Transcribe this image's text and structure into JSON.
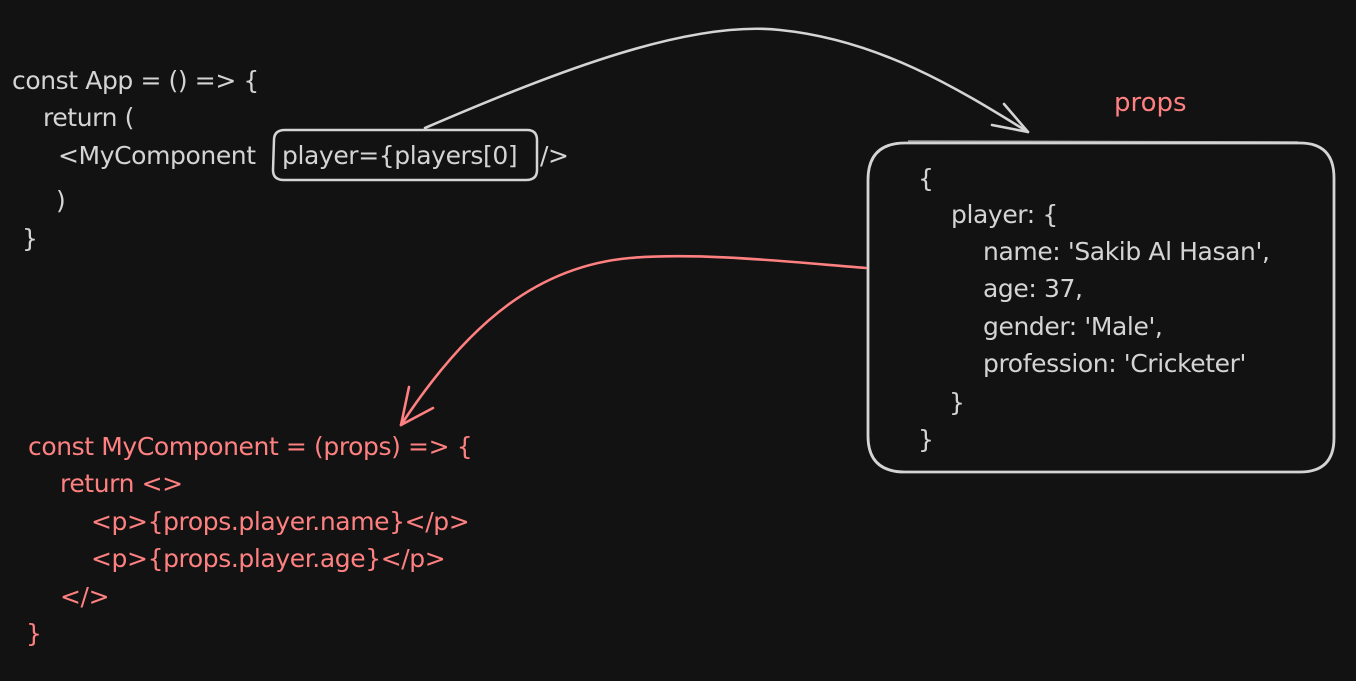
{
  "colors": {
    "background": "#121212",
    "light": "#d4d4d4",
    "red": "#ff8080"
  },
  "app_code": {
    "line1": "const App = () => {",
    "line2": "return (",
    "line3_component": "<MyComponent",
    "line3_prop": "player={players[0]",
    "line3_close": "/>",
    "line4": ")",
    "line5": "}"
  },
  "props_box": {
    "label": "props",
    "lines": [
      "{",
      "player: {",
      "name: 'Sakib Al Hasan',",
      "age: 37,",
      "gender: 'Male',",
      "profession: 'Cricketer'",
      "}",
      "}"
    ]
  },
  "component_code": {
    "line1": "const MyComponent = (props) => {",
    "line2": "return <>",
    "line3": "<p>{props.player.name}</p>",
    "line4": "<p>{props.player.age}</p>",
    "line5": "</>",
    "line6": "}"
  }
}
